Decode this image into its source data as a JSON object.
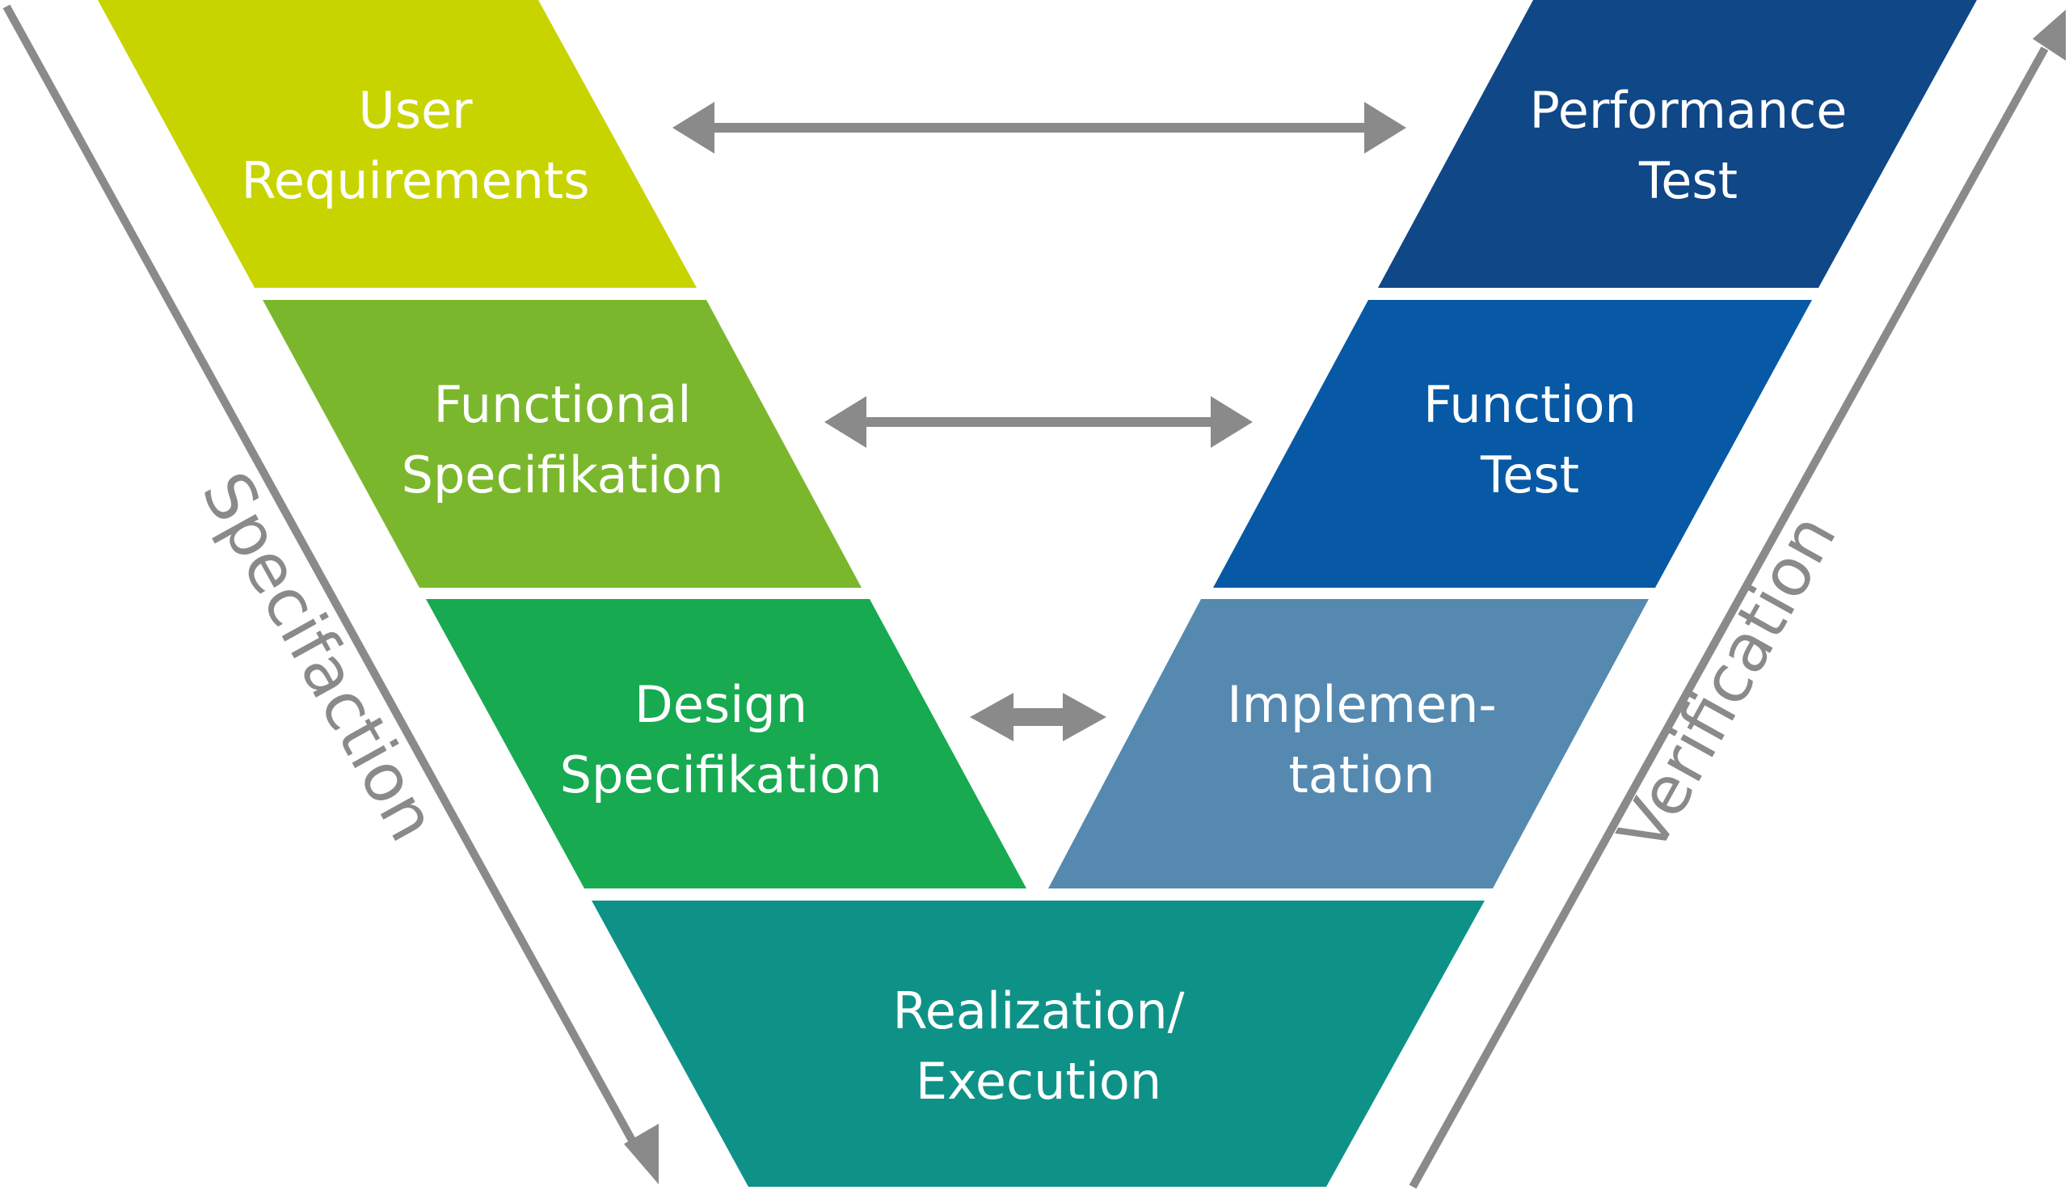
{
  "diagram": {
    "type": "V-Model",
    "left_arm_label": "Specifaction",
    "right_arm_label": "Verification",
    "arrow_color": "#8a8a8a",
    "stages": [
      {
        "id": "user-requirements",
        "lines": [
          "User",
          "Requirements"
        ],
        "color": "#c8d400"
      },
      {
        "id": "functional-specification",
        "lines": [
          "Functional",
          "Specifikation"
        ],
        "color": "#7ab72d"
      },
      {
        "id": "design-specification",
        "lines": [
          "Design",
          "Specifikation"
        ],
        "color": "#17aa51"
      },
      {
        "id": "realization-execution",
        "lines": [
          "Realization/",
          "Execution"
        ],
        "color": "#0e9288"
      },
      {
        "id": "implementation",
        "lines": [
          "Implemen-",
          "tation"
        ],
        "color": "#5589b0"
      },
      {
        "id": "function-test",
        "lines": [
          "Function",
          "Test"
        ],
        "color": "#0759a5"
      },
      {
        "id": "performance-test",
        "lines": [
          "Performance",
          "Test"
        ],
        "color": "#0f4787"
      }
    ],
    "links": [
      {
        "from": "user-requirements",
        "to": "performance-test"
      },
      {
        "from": "functional-specification",
        "to": "function-test"
      },
      {
        "from": "design-specification",
        "to": "implementation"
      }
    ]
  }
}
